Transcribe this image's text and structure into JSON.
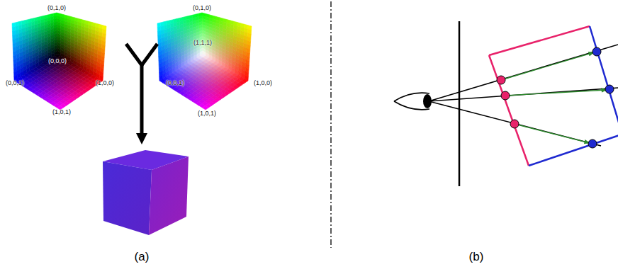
{
  "diagram": {
    "labels": [
      "(0,1,0)",
      "(0,0,0)",
      "(0,0,1)",
      "(1,0,0)",
      "(1,0,1)",
      "(0,1,0)",
      "(1,1,1)",
      "(0,0,1)",
      "(1,0,0)",
      "(1,0,1)",
      "(a)",
      "(b)"
    ]
  }
}
